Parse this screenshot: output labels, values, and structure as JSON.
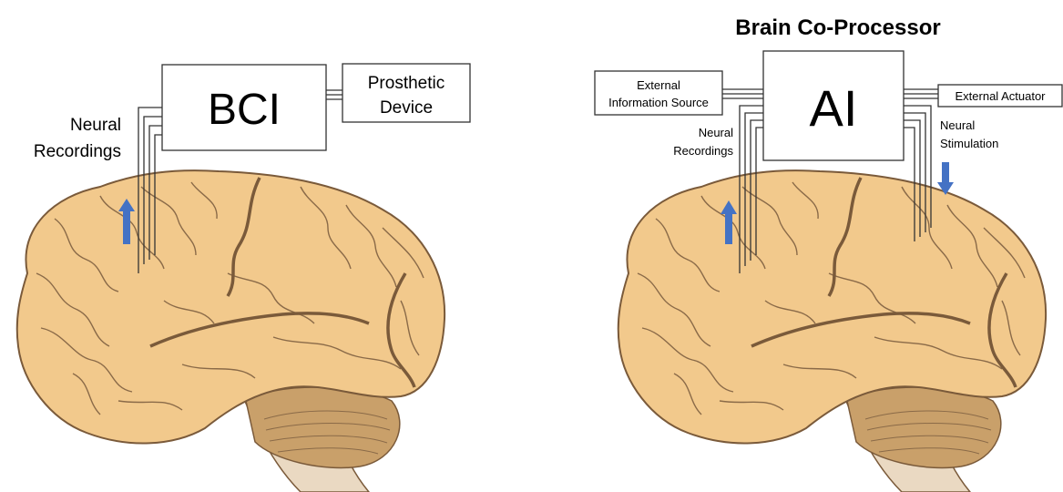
{
  "left_panel": {
    "box_label": "BCI",
    "device_label_lines": [
      "Prosthetic",
      "Device"
    ],
    "recordings_label_lines": [
      "Neural",
      "Recordings"
    ]
  },
  "right_panel": {
    "title": "Brain Co-Processor",
    "box_label": "AI",
    "source_label_lines": [
      "External",
      "Information Source"
    ],
    "actuator_label": "External Actuator",
    "recordings_label_lines": [
      "Neural",
      "Recordings"
    ],
    "stimulation_label_lines": [
      "Neural",
      "Stimulation"
    ]
  },
  "colors": {
    "brain_fill": "#f2c98c",
    "brain_stroke": "#7a5a3a",
    "sulci": "#8a6a48",
    "cerebellum": "#c9a06a",
    "brainstem": "#ead9c2",
    "arrow": "#4472c4",
    "line": "#333333"
  },
  "icons": {
    "arrow": "arrow-icon"
  }
}
